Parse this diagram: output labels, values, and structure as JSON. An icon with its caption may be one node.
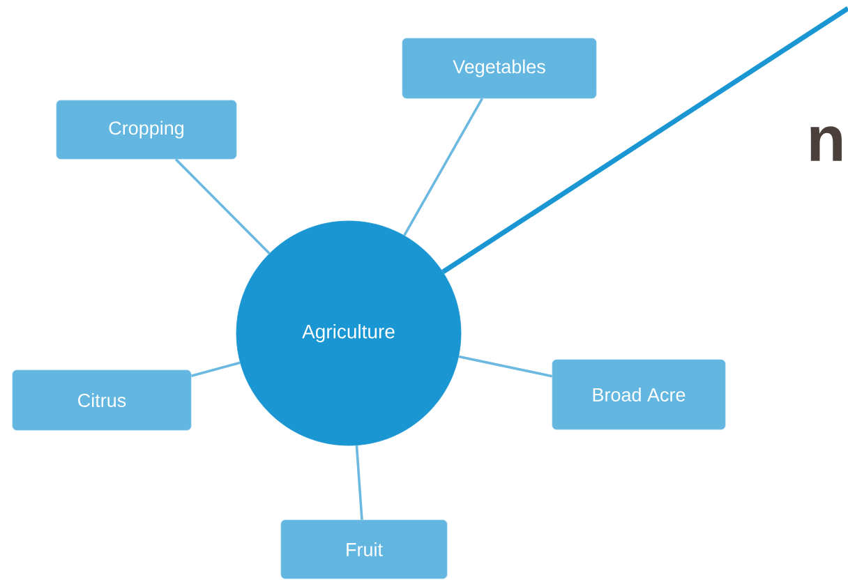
{
  "diagram": {
    "nodes": [
      {
        "text": [
          "Vegetables"
        ]
      },
      {
        "text": [
          "Cropping"
        ]
      },
      {
        "text": [
          "Agriculture"
        ]
      },
      {
        "text": [
          "Broad Acre"
        ]
      },
      {
        "text": [
          "Citrus"
        ]
      },
      {
        "text": [
          "Fruit"
        ]
      }
    ],
    "edges": [
      {
        "from": 2,
        "to": 0,
        "arrow": "none"
      },
      {
        "from": 2,
        "to": 1,
        "arrow": "none"
      },
      {
        "from": 2,
        "to": 3,
        "arrow": "none"
      },
      {
        "from": 2,
        "to": 4,
        "arrow": "none"
      },
      {
        "from": 2,
        "to": 5,
        "arrow": "none"
      },
      {
        "from": 2,
        "to": null,
        "arrow": "none",
        "style": "thick",
        "color": "#1a96d2"
      }
    ],
    "labels": [
      "n"
    ]
  }
}
